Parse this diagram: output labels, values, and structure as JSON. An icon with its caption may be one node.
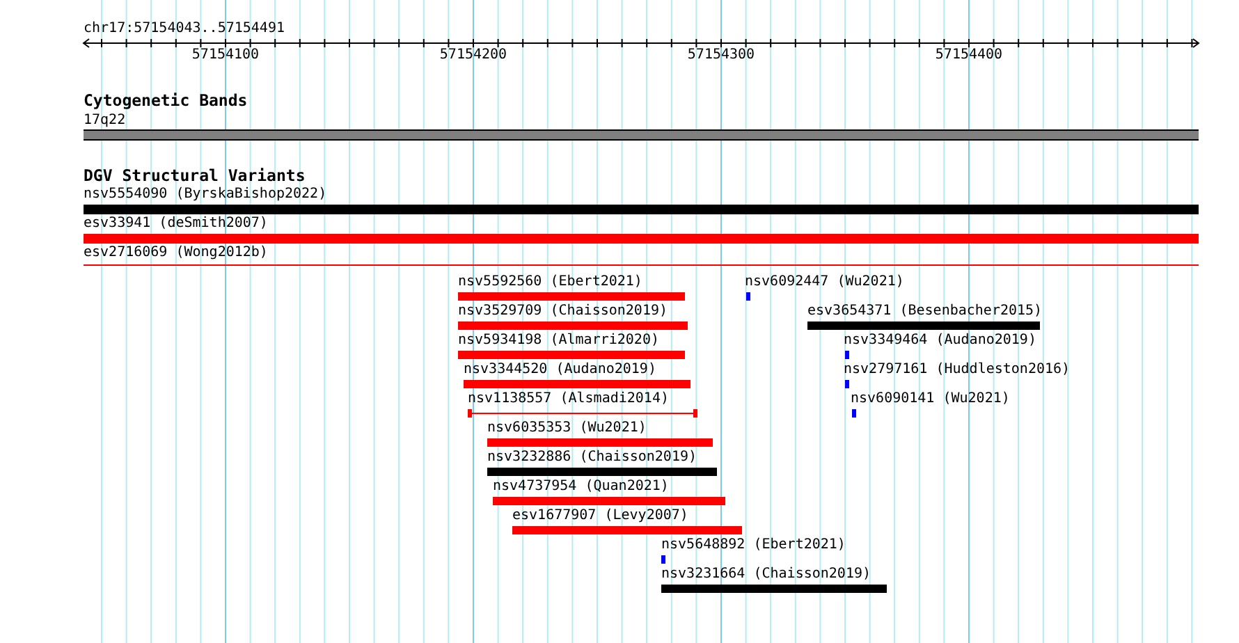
{
  "diagram": {
    "nodes": [
      {
        "text": [
          "17q22"
        ]
      },
      {
        "text": [
          "nsv5554090 (ByrskaBishop2022)"
        ]
      },
      {
        "text": [
          "esv33941 (deSmith2007)"
        ]
      },
      {
        "text": [
          "esv2716069 (Wong2012b)"
        ]
      },
      {
        "text": [
          "nsv5592560 (Ebert2021)"
        ]
      },
      {
        "text": [
          "nsv6092447 (Wu2021)"
        ]
      },
      {
        "text": [
          "nsv3529709 (Chaisson2019)"
        ]
      },
      {
        "text": [
          "esv3654371 (Besenbacher2015)"
        ]
      },
      {
        "text": [
          "nsv5934198 (Almarri2020)"
        ]
      },
      {
        "text": [
          "nsv3349464 (Audano2019)"
        ]
      },
      {
        "text": [
          "nsv3344520 (Audano2019)"
        ]
      },
      {
        "text": [
          "nsv2797161 (Huddleston2016)"
        ]
      },
      {
        "text": [
          "nsv1138557 (Alsmadi2014)"
        ]
      },
      {
        "text": [
          "nsv6090141 (Wu2021)"
        ]
      },
      {
        "text": [
          "nsv6035353 (Wu2021)"
        ]
      },
      {
        "text": [
          "nsv3232886 (Chaisson2019)"
        ]
      },
      {
        "text": [
          "nsv4737954 (Quan2021)"
        ]
      },
      {
        "text": [
          "esv1677907 (Levy2007)"
        ]
      },
      {
        "text": [
          "nsv5648892 (Ebert2021)"
        ]
      },
      {
        "text": [
          "nsv3231664 (Chaisson2019)"
        ]
      }
    ],
    "labels": [
      "chr17:57154043..57154491",
      "57154100",
      "57154200",
      "57154300",
      "57154400",
      "Cytogenetic Bands",
      "DGV Structural Variants"
    ]
  }
}
